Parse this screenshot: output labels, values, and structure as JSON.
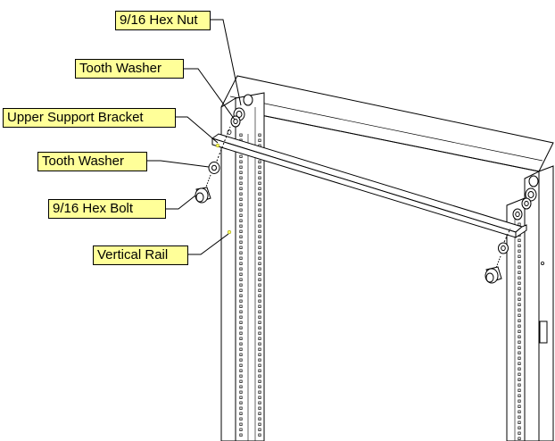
{
  "labels": {
    "hex_nut": "9/16 Hex Nut",
    "tooth_washer_upper": "Tooth Washer",
    "upper_support_bracket": "Upper Support Bracket",
    "tooth_washer_lower": "Tooth Washer",
    "hex_bolt": "9/16 Hex Bolt",
    "vertical_rail": "Vertical Rail"
  },
  "colors": {
    "callout_fill": "#ffff99",
    "line": "#000000",
    "panel_fill": "#ffffff"
  }
}
